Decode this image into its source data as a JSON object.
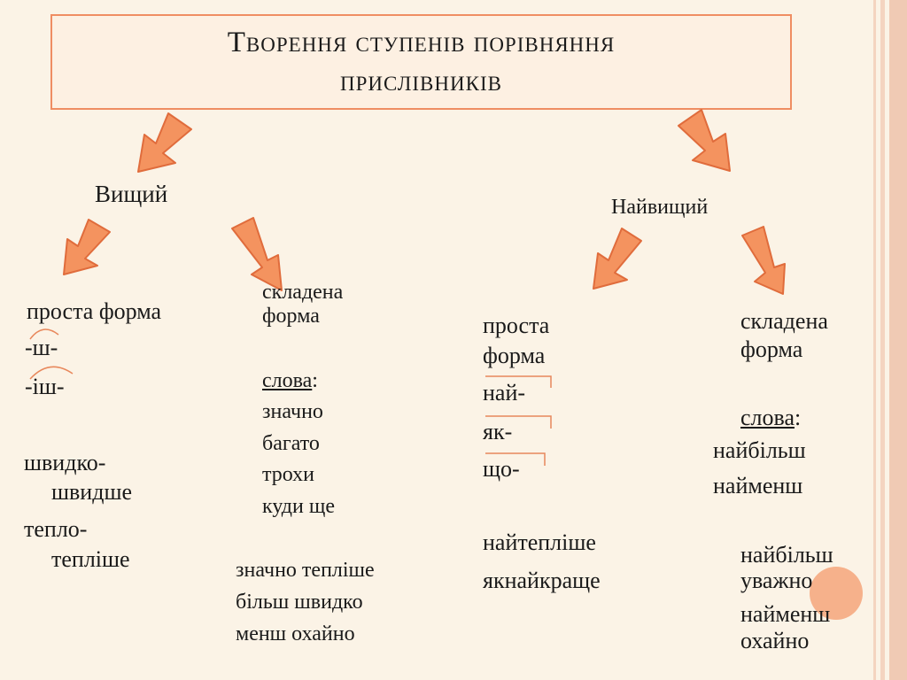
{
  "title": {
    "line1": "Творення ступенів порівняння",
    "line2": "прислівників"
  },
  "left": {
    "heading": "Вищий",
    "simple": {
      "label": "проста форма",
      "suffix1": "-ш-",
      "suffix2": "-іш-",
      "ex1a": "швидко-",
      "ex1b": "швидше",
      "ex2a": "тепло-",
      "ex2b": "тепліше"
    },
    "compound": {
      "label1": "складена",
      "label2": "форма",
      "words_label": "слова",
      "words_colon": ":",
      "words": [
        "значно",
        "багато",
        "трохи",
        "куди ще"
      ],
      "examples": [
        "значно тепліше",
        "більш швидко",
        "менш охайно"
      ]
    }
  },
  "right": {
    "heading": "Найвищий",
    "simple": {
      "label1": "проста",
      "label2": "форма",
      "prefixes": [
        "най-",
        "як-",
        "що-"
      ],
      "examples": [
        "найтепліше",
        "якнайкраще"
      ]
    },
    "compound": {
      "label1": "складена",
      "label2": "форма",
      "words_label": "слова",
      "words_colon": ":",
      "words": [
        "найбільш",
        "найменш"
      ],
      "examples": [
        "найбільш",
        "уважно",
        "найменш",
        "охайно"
      ]
    }
  },
  "colors": {
    "arrow_fill": "#f4935f",
    "arrow_stroke": "#e06c3c",
    "accent_line": "#e8885c"
  }
}
